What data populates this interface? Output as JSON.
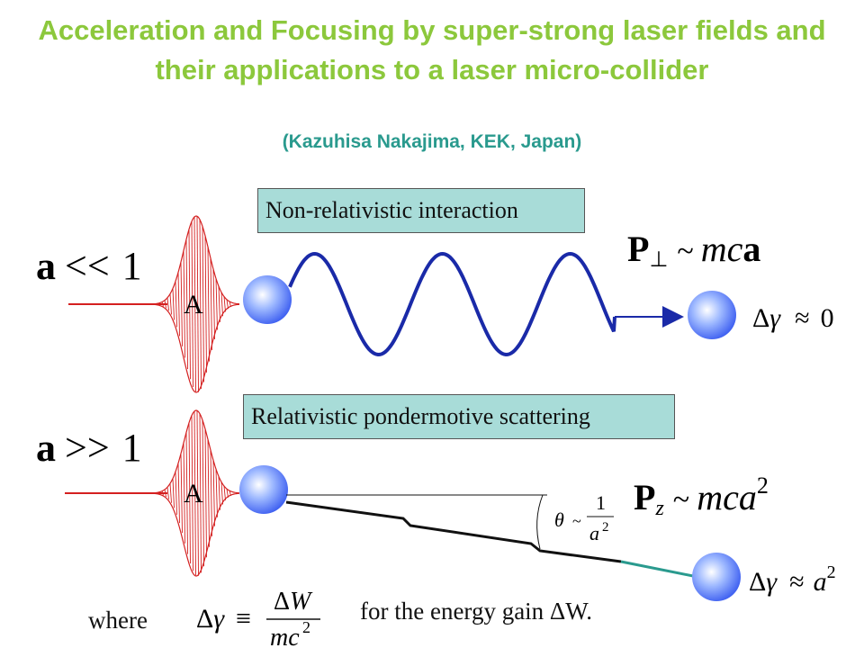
{
  "title": "Acceleration and Focusing by super-strong laser fields and their applications to a laser micro-collider",
  "subtitle": "(Kazuhisa Nakajima, KEK, Japan)",
  "boxes": {
    "top": "Non-relativistic interaction",
    "bottom": "Relativistic pondermotive scattering"
  },
  "labels": {
    "a_small": "a << 1",
    "a_large": "a >> 1",
    "pulse_label": "A",
    "p_perp": "P⊥ ~ mca",
    "dgamma_zero": "Δγ ≈ 0",
    "p_z": "Pz ~ mca²",
    "theta": "θ ~ 1/a²",
    "dgamma_a2": "Δγ ≈ a²",
    "dgamma_def": "Δγ ≡ ΔW / mc²"
  },
  "footer": {
    "where": "where",
    "energy_gain": "for the energy gain ΔW."
  },
  "colors": {
    "title": "#8cc83c",
    "subtitle": "#2a9a8e",
    "laser": "#d42020",
    "trajectory": "#1a2aa8",
    "box_fill": "#a8dcd8",
    "electron": "#4a78ff"
  }
}
